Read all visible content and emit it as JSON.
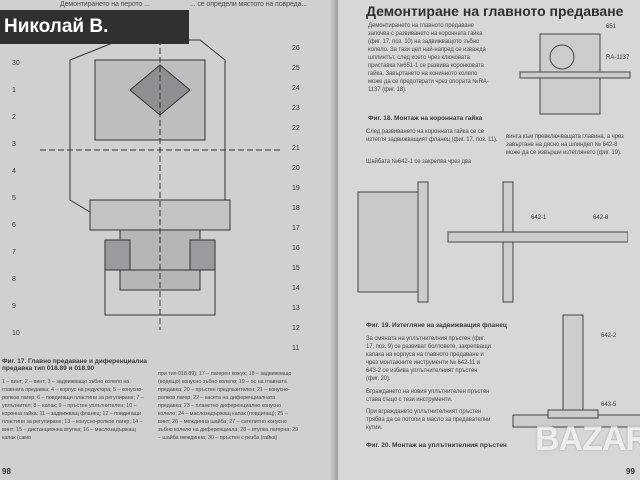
{
  "watermarks": {
    "top_left": "Николай В.",
    "bottom_right": "BAZAR"
  },
  "left_page": {
    "top_text": [
      "Демонтирането на перото ...",
      "... се определи мястото на повреда..."
    ],
    "callouts_left": [
      "30",
      "1",
      "2",
      "3",
      "4",
      "5",
      "6",
      "7",
      "8",
      "9",
      "10"
    ],
    "callouts_right": [
      "26",
      "25",
      "24",
      "23",
      "22",
      "21",
      "20",
      "19",
      "18",
      "17",
      "16",
      "15",
      "14",
      "13",
      "12",
      "11"
    ],
    "figure_caption": "Фиг. 17. Главно предаване и диференциална предавка тип 018.89 и 018.90",
    "legend_col1": "1 – винт;  2 – винт;  3 – задвижващо зъбно колело на главната предавка;  4 – корпус на редуктора;  5 – конусно-ролков лагер;  6 – повдигащи пластини за регулиране;  7 – уплътнител;  8 – капак;  9 – пръстен уплътнителен;  10 – коронна гайка;  11 – задвижващ фланец;  12 – повдигащи пластини за регулиране;  13 – конусно-ролков лагер;  14 – винт;  15 – дистанционна втулка;  16 – маслозадържащ капак (само",
    "legend_col2": "при тип 018.89);  17 – лагерен кожух;  18 – задвижващо (водещо) конусно зъбно колело;  19 – ос на главната предавка;  20 – пръстен предпазителен;  21 – конусно-ролков лагер;  22 – касета на диференциалната предавка;  23 – планетно диференциално конусно колело;  24 – маслозадържащ капак (повдигащ);  25 – винт;  26 – междинна шайба;  27 – сателитно конусно зъбно колело на диференциала;  28 – втулка лагерна;  29 – шайба междинна;  30 – пръстен с резба (гайка)",
    "page_number": "98"
  },
  "right_page": {
    "heading": "Демонтиране на главното предаване",
    "para1": "Демонтирането на главното предаване започва с развиването на коронната гайка (фиг. 17, поз. 10) на задвижващото зъбно колело. За тази цел най-напред се изважда шплинтът, след което чрез ключовата приставка №651-1 се развива коронковата гайка. Завъртането на коничното колело може да се предотврати чрез опората №RA-1137 (фиг. 18).",
    "fig18_labels": [
      "651",
      "RA-1137"
    ],
    "fig18_caption": "Фиг. 18. Монтаж на коронната гайка",
    "para2a": "След развиването на коронната гайка се се изтегля задвижващият фланец (фиг. 17, поз. 11).",
    "para2b": "Шайбата №642-1 се закрепва чрез два",
    "para2c": "винта към превключващата главина, а чрез завъртане на дясно на шпиндел № 642-8 може да се извърши изтеглянето (фиг. 19).",
    "fig19_labels": [
      "642-1",
      "642-8"
    ],
    "fig19_caption": "Фиг. 19. Изтегляне на задвижващия фланец",
    "para3": "За смяната на уплътнителния пръстен (фиг. 17, поз. 9) се развиват болтовете, закрепващи капака на корпуса на главното предаване и чрез монтажните инструменти № 642-11 и 643-2 се избива уплътнителният пръстен (фиг. 20).",
    "para4": "Вграждането на новия уплътнителен пръстен става също с тези инструменти.",
    "para5": "При вграждането уплътнителният пръстен трябва да се потопи в масло за предавателни кутии.",
    "fig20_labels": [
      "642-2",
      "643-5"
    ],
    "fig20_caption": "Фиг. 20. Монтаж на уплътнителния пръстен",
    "page_number": "99"
  }
}
